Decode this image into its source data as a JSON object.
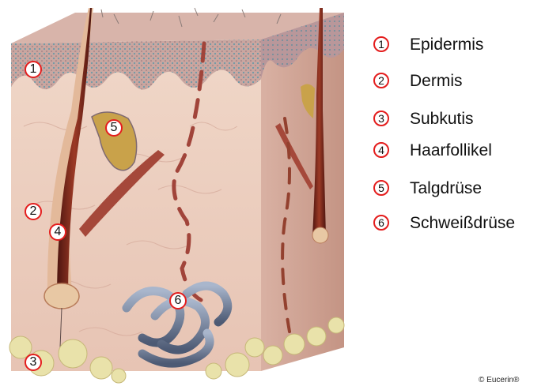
{
  "colors": {
    "callout_ring": "#e41d1d",
    "epidermis": "#c9a6a0",
    "dermis": "#eccfc0",
    "subcutis_fat": "#e8e0a6",
    "hair": "#7a2a1e",
    "sweat_gland": "#6f7e98"
  },
  "callouts": [
    {
      "num": "1",
      "label": "Epidermis"
    },
    {
      "num": "2",
      "label": "Dermis"
    },
    {
      "num": "3",
      "label": "Subkutis"
    },
    {
      "num": "4",
      "label": "Haarfollikel"
    },
    {
      "num": "5",
      "label": "Talgdrüse"
    },
    {
      "num": "6",
      "label": "Schweißdrüse"
    }
  ],
  "copyright": "© Eucerin®"
}
